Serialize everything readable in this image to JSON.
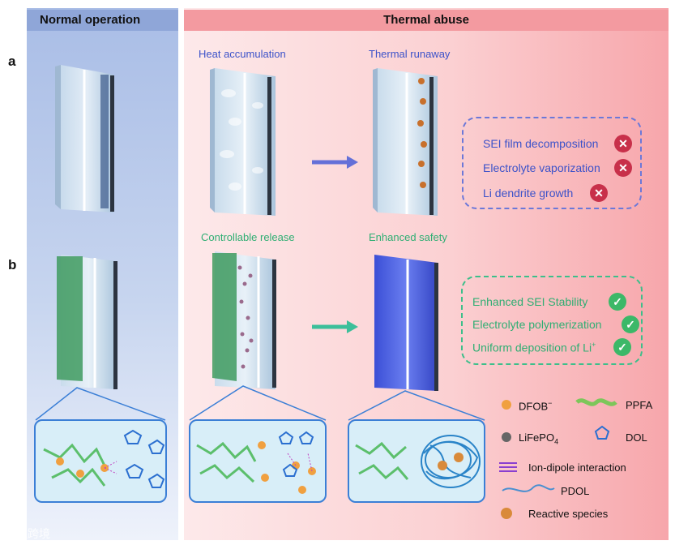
{
  "headers": {
    "left": "Normal operation",
    "right": "Thermal abuse"
  },
  "rows": {
    "a": "a",
    "b": "b"
  },
  "row_a": {
    "step1": "Heat accumulation",
    "step2": "Thermal runaway",
    "issues": [
      {
        "text": "SEI film decomposition",
        "icon": "cross-icon"
      },
      {
        "text": "Electrolyte vaporization",
        "icon": "cross-icon"
      },
      {
        "text": "Li dendrite growth",
        "icon": "cross-icon"
      }
    ]
  },
  "row_b": {
    "step1": "Controllable release",
    "step2": "Enhanced safety",
    "benefits": [
      {
        "text": "Enhanced SEI Stability",
        "icon": "check-icon"
      },
      {
        "text": "Electrolyte polymerization",
        "icon": "check-icon"
      },
      {
        "text": "Uniform deposition of Li",
        "sup": "+",
        "icon": "check-icon"
      }
    ]
  },
  "legend": {
    "dfob": "DFOB",
    "dfob_sup": "−",
    "ppfa": "PPFA",
    "lifepo": "LiFePO",
    "lifepo_sub": "4",
    "dol": "DOL",
    "ion_dipole": "Ion-dipole interaction",
    "pdol": "PDOL",
    "reactive": "Reactive species"
  },
  "colors": {
    "accent_blue": "#3c52c9",
    "accent_green": "#2fae73",
    "cross": "#c8304a",
    "check": "#3cb868",
    "dfob": "#f0a040",
    "lifepo": "#555555"
  },
  "watermark": "大数跨境"
}
